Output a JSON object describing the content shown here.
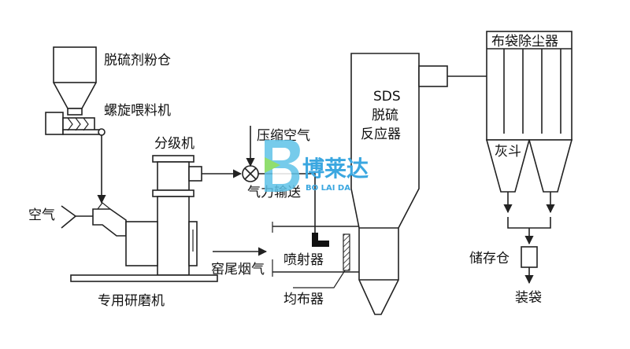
{
  "labels": {
    "hopper": "脱硫剂粉仓",
    "screw_feeder": "螺旋喂料机",
    "classifier": "分级机",
    "air_in": "空气",
    "mill": "专用研磨机",
    "compressed_air": "压缩空气",
    "pneumatic": "气力输送",
    "kiln_gas": "窑尾烟气",
    "injector": "喷射器",
    "distributor": "均布器",
    "reactor_line1": "SDS",
    "reactor_line2": "脱硫",
    "reactor_line3": "反应器",
    "bag_filter": "布袋除尘器",
    "ash_hopper": "灰斗",
    "storage": "储存仓",
    "bagging": "装袋"
  },
  "watermark": {
    "name": "博莱达",
    "latin": "BO LAI DA",
    "color": "#3ba7e0"
  }
}
